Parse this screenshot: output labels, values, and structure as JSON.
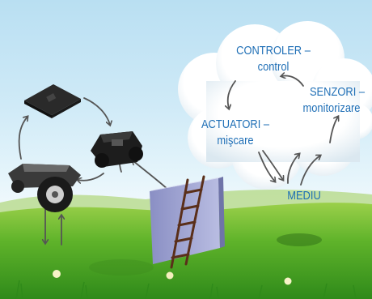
{
  "labels": {
    "controler_title": "CONTROLER –",
    "controler_sub": "control",
    "senzori_title": "SENZORI –",
    "senzori_sub": "monitorizare",
    "actuatori_title": "ACTUATORI –",
    "actuatori_sub": "mişcare",
    "mediu": "MEDIU"
  },
  "colors": {
    "label_text": "#1f6fb6",
    "arrow": "#555555",
    "grass": "#5fb32a",
    "cloud": "#ffffff"
  }
}
